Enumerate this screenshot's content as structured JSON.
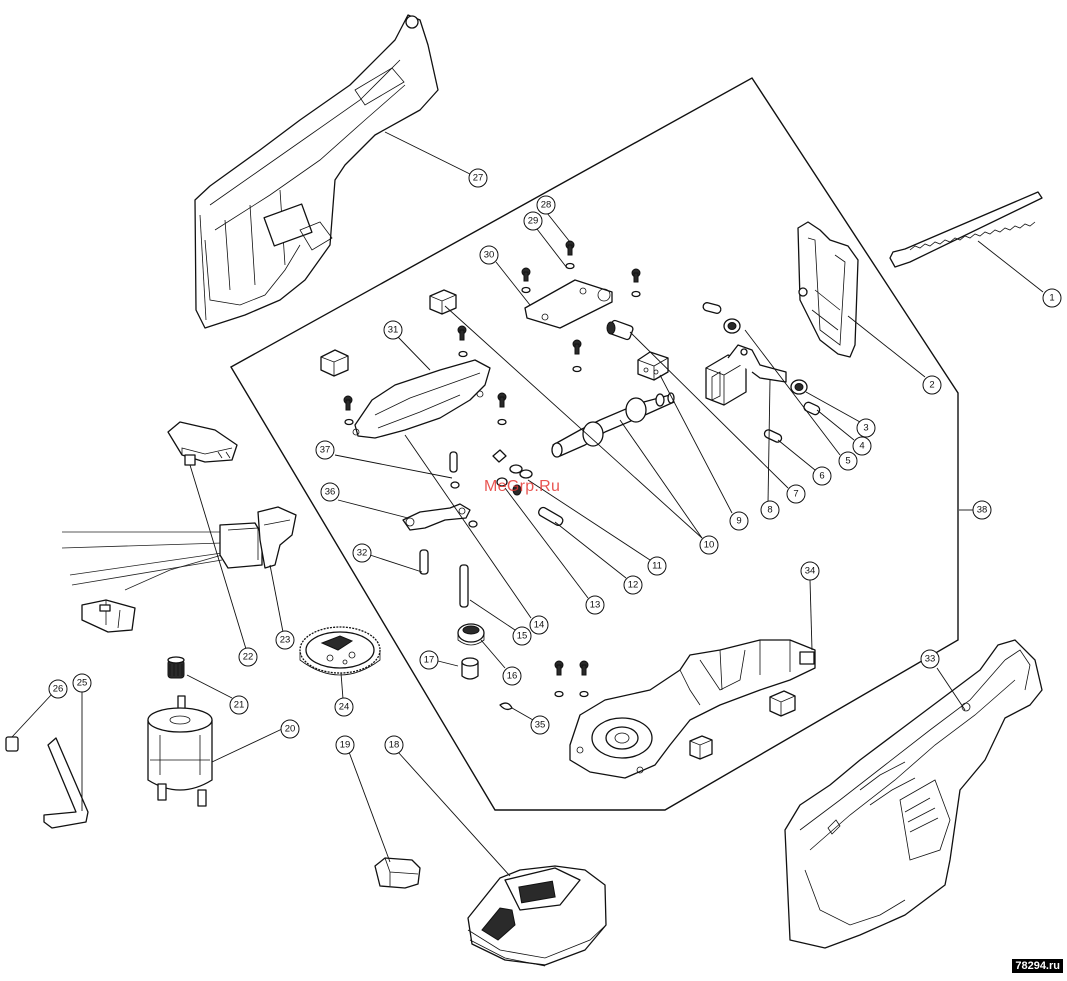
{
  "diagram": {
    "watermark_text": "MeGrp.Ru",
    "site_label": "78294.ru",
    "callouts": [
      {
        "id": "1",
        "label": "1"
      },
      {
        "id": "2",
        "label": "2"
      },
      {
        "id": "3",
        "label": "3"
      },
      {
        "id": "4",
        "label": "4"
      },
      {
        "id": "5",
        "label": "5"
      },
      {
        "id": "6",
        "label": "6"
      },
      {
        "id": "7",
        "label": "7"
      },
      {
        "id": "8",
        "label": "8"
      },
      {
        "id": "9",
        "label": "9"
      },
      {
        "id": "10",
        "label": "10"
      },
      {
        "id": "11",
        "label": "11"
      },
      {
        "id": "12",
        "label": "12"
      },
      {
        "id": "13",
        "label": "13"
      },
      {
        "id": "14",
        "label": "14"
      },
      {
        "id": "15",
        "label": "15"
      },
      {
        "id": "16",
        "label": "16"
      },
      {
        "id": "17",
        "label": "17"
      },
      {
        "id": "18",
        "label": "18"
      },
      {
        "id": "19",
        "label": "19"
      },
      {
        "id": "20",
        "label": "20"
      },
      {
        "id": "21",
        "label": "21"
      },
      {
        "id": "22",
        "label": "22"
      },
      {
        "id": "23",
        "label": "23"
      },
      {
        "id": "24",
        "label": "24"
      },
      {
        "id": "25",
        "label": "25"
      },
      {
        "id": "26",
        "label": "26"
      },
      {
        "id": "27",
        "label": "27"
      },
      {
        "id": "28",
        "label": "28"
      },
      {
        "id": "29",
        "label": "29"
      },
      {
        "id": "30",
        "label": "30"
      },
      {
        "id": "31",
        "label": "31"
      },
      {
        "id": "32",
        "label": "32"
      },
      {
        "id": "33",
        "label": "33"
      },
      {
        "id": "34",
        "label": "34"
      },
      {
        "id": "35",
        "label": "35"
      },
      {
        "id": "36",
        "label": "36"
      },
      {
        "id": "37",
        "label": "37"
      },
      {
        "id": "38",
        "label": "38"
      }
    ]
  }
}
